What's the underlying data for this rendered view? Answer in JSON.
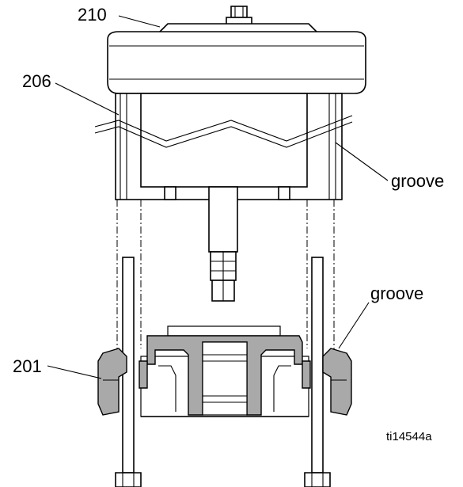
{
  "callouts": {
    "c210": "210",
    "c206": "206",
    "c201": "201",
    "groove_upper": "groove",
    "groove_lower": "groove"
  },
  "figure_id": "ti14544a",
  "colors": {
    "line": "#000000",
    "fill_gray": "#a9a9a9",
    "background": "#ffffff"
  }
}
